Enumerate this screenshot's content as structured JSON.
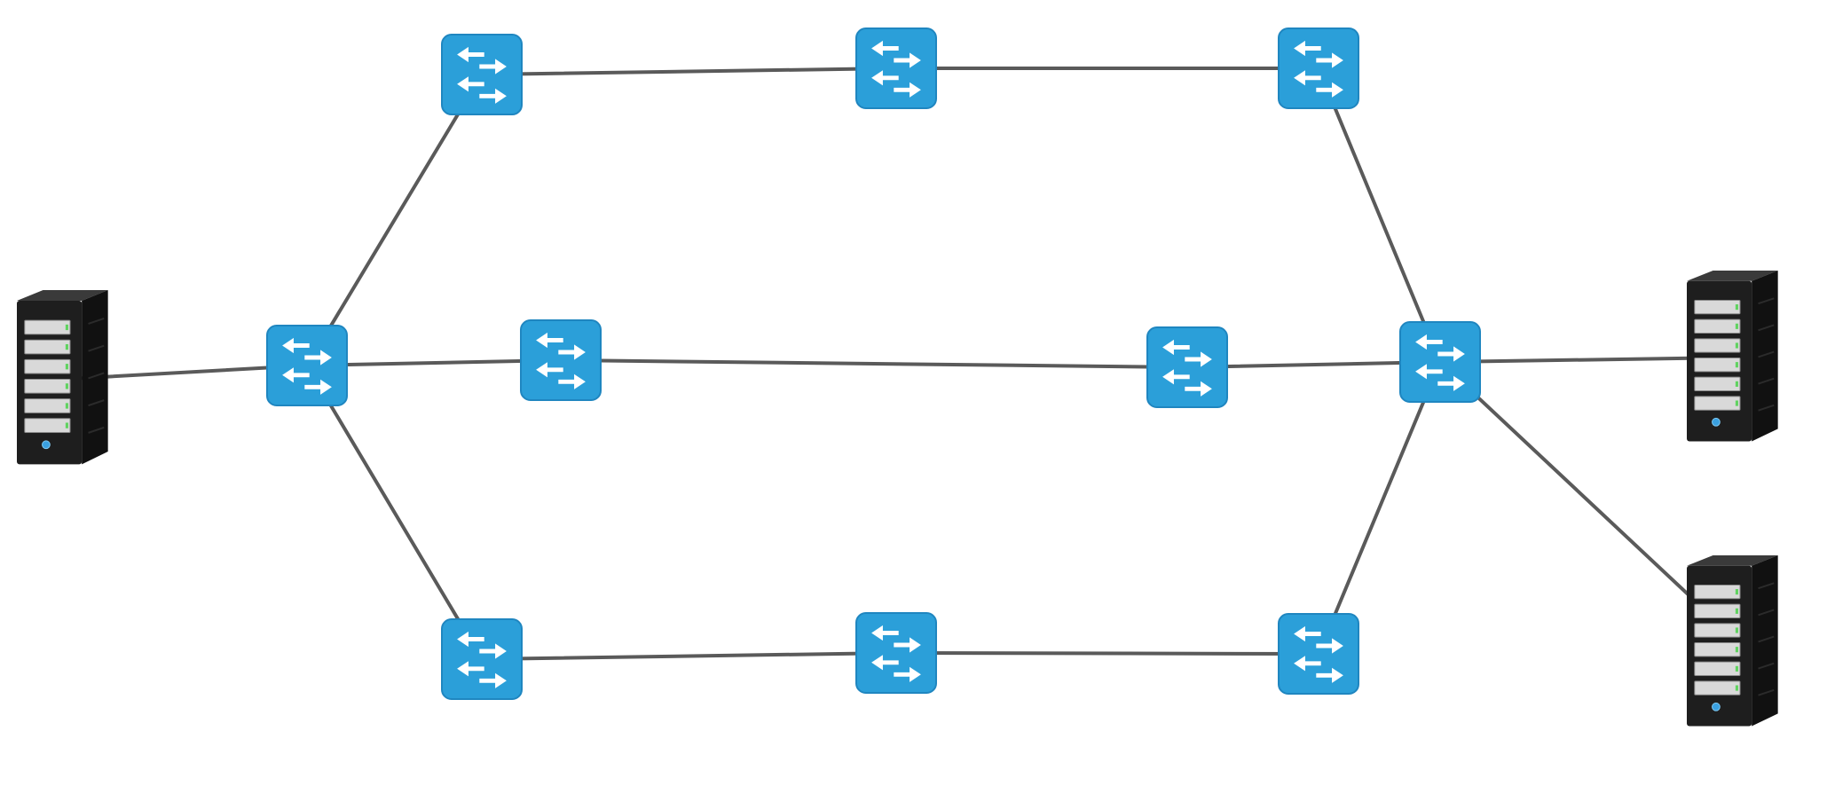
{
  "diagram": {
    "colors": {
      "background": "#ffffff",
      "link": "#5a5a5a",
      "switch_fill": "#2b9fd9",
      "switch_edge": "#1f86c0",
      "switch_arrow": "#ffffff",
      "server_body": "#1e1e1e",
      "server_side": "#111111",
      "server_bay": "#d9d9d9",
      "server_led": "#5fd35f",
      "server_power": "#3aa0e0"
    },
    "nodes": [
      {
        "id": "server-left",
        "kind": "server",
        "icon": "server-tower-icon"
      },
      {
        "id": "switch-left-hub",
        "kind": "switch",
        "icon": "network-switch-icon"
      },
      {
        "id": "switch-top-1",
        "kind": "switch",
        "icon": "network-switch-icon"
      },
      {
        "id": "switch-top-2",
        "kind": "switch",
        "icon": "network-switch-icon"
      },
      {
        "id": "switch-top-3",
        "kind": "switch",
        "icon": "network-switch-icon"
      },
      {
        "id": "switch-mid-1",
        "kind": "switch",
        "icon": "network-switch-icon"
      },
      {
        "id": "switch-mid-2",
        "kind": "switch",
        "icon": "network-switch-icon"
      },
      {
        "id": "switch-bottom-1",
        "kind": "switch",
        "icon": "network-switch-icon"
      },
      {
        "id": "switch-bottom-2",
        "kind": "switch",
        "icon": "network-switch-icon"
      },
      {
        "id": "switch-bottom-3",
        "kind": "switch",
        "icon": "network-switch-icon"
      },
      {
        "id": "switch-right-hub",
        "kind": "switch",
        "icon": "network-switch-icon"
      },
      {
        "id": "server-right-top",
        "kind": "server",
        "icon": "server-tower-icon"
      },
      {
        "id": "server-right-bottom",
        "kind": "server",
        "icon": "server-tower-icon"
      }
    ],
    "links": [
      [
        "server-left",
        "switch-left-hub"
      ],
      [
        "switch-left-hub",
        "switch-top-1"
      ],
      [
        "switch-top-1",
        "switch-top-2"
      ],
      [
        "switch-top-2",
        "switch-top-3"
      ],
      [
        "switch-top-3",
        "switch-right-hub"
      ],
      [
        "switch-left-hub",
        "switch-mid-1"
      ],
      [
        "switch-mid-1",
        "switch-mid-2"
      ],
      [
        "switch-mid-2",
        "switch-right-hub"
      ],
      [
        "switch-left-hub",
        "switch-bottom-1"
      ],
      [
        "switch-bottom-1",
        "switch-bottom-2"
      ],
      [
        "switch-bottom-2",
        "switch-bottom-3"
      ],
      [
        "switch-bottom-3",
        "switch-right-hub"
      ],
      [
        "switch-right-hub",
        "server-right-top"
      ],
      [
        "switch-right-hub",
        "server-right-bottom"
      ]
    ]
  }
}
